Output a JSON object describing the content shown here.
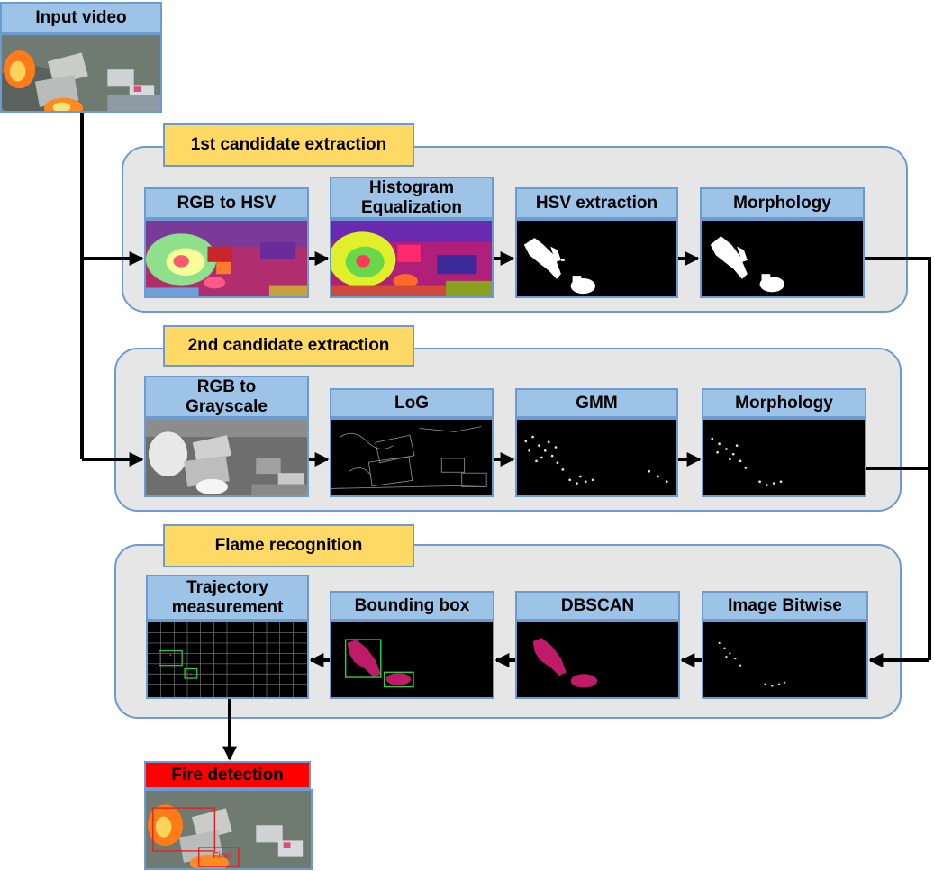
{
  "input": {
    "label": "Input video"
  },
  "stage1": {
    "title": "1st candidate extraction",
    "steps": [
      "RGB to HSV",
      "Histogram\nEqualization",
      "HSV extraction",
      "Morphology"
    ]
  },
  "stage2": {
    "title": "2nd candidate extraction",
    "steps": [
      "RGB to\nGrayscale",
      "LoG",
      "GMM",
      "Morphology"
    ]
  },
  "stage3": {
    "title": "Flame recognition",
    "steps": [
      "Trajectory\nmeasurement",
      "Bounding box",
      "DBSCAN",
      "Image Bitwise"
    ]
  },
  "output": {
    "label": "Fire detection",
    "overlay_text": "Fire!"
  },
  "colors": {
    "panel_fill": "#e6e6e6",
    "panel_border": "#6b9bd1",
    "stage_title_fill": "#ffd966",
    "step_label_fill": "#9dc3e6",
    "output_label_fill": "#ff0000",
    "arrow": "#000000",
    "flame": "#ff7a18",
    "cluster_pink": "#e0207a",
    "box_green": "#2ecc40"
  }
}
